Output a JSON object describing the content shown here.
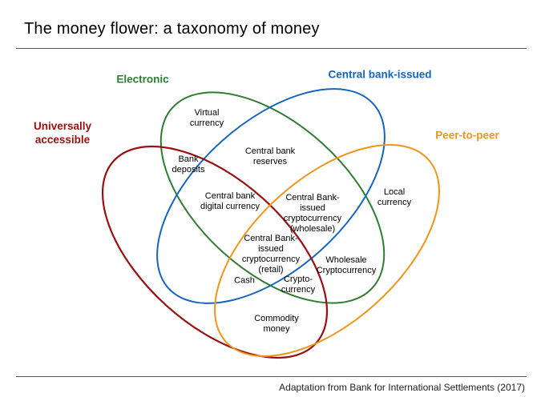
{
  "page": {
    "title": "The money flower: a taxonomy of money",
    "footer": "Adaptation from Bank for International Settlements (2017)"
  },
  "colors": {
    "electronic": "#2e7d32",
    "central_bank_issued": "#1565c0",
    "universally_accessible": "#9a1010",
    "peer_to_peer": "#f0941c"
  },
  "sets": [
    {
      "id": "electronic",
      "label": "Electronic"
    },
    {
      "id": "central-bank-issued",
      "label": "Central bank-issued"
    },
    {
      "id": "universally-accessible",
      "label": "Universally\naccessible"
    },
    {
      "id": "peer-to-peer",
      "label": "Peer-to-peer"
    }
  ],
  "regions": [
    {
      "label": "Virtual\ncurrency"
    },
    {
      "label": "Central bank\nreserves"
    },
    {
      "label": "Bank\ndeposits"
    },
    {
      "label": "Central bank\ndigital currency"
    },
    {
      "label": "Central Bank-\nissued\ncryptocurrency\n(wholesale)"
    },
    {
      "label": "Central Bank-\nissued\ncryptocurrency\n(retail)"
    },
    {
      "label": "Local\ncurrency"
    },
    {
      "label": "Wholesale\nCryptocurrency"
    },
    {
      "label": "Cash"
    },
    {
      "label": "Crypto-\ncurrency"
    },
    {
      "label": "Commodity\nmoney"
    }
  ]
}
